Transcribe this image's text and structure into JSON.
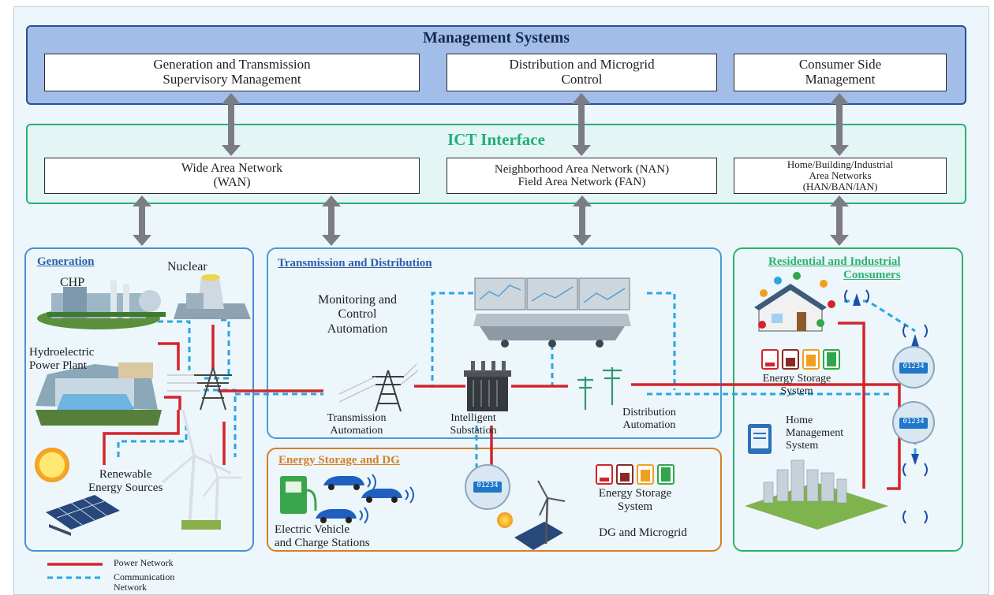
{
  "colors": {
    "power": "#d4242b",
    "comm": "#2aa6e0",
    "mgmt_fill": "#a3bde9",
    "mgmt_border": "#2a4d9c",
    "ict_border": "#2caf77",
    "ict_title": "#22b07a",
    "gen_border": "#4a8fd4",
    "td_border": "#4a9ad4",
    "es_border": "#d57f26",
    "res_border": "#2db070",
    "arrow": "#7c7c84"
  },
  "management": {
    "title": "Management Systems",
    "boxes": [
      {
        "line1": "Generation and Transmission",
        "line2": "Supervisory Management"
      },
      {
        "line1": "Distribution and Microgrid",
        "line2": "Control"
      },
      {
        "line1": "Consumer Side",
        "line2": "Management"
      }
    ]
  },
  "ict": {
    "title": "ICT Interface",
    "boxes": [
      {
        "line1": "Wide Area Network",
        "line2": "(WAN)",
        "line3": ""
      },
      {
        "line1": "Neighborhood Area Network (NAN)",
        "line2": "Field Area Network (FAN)",
        "line3": ""
      },
      {
        "line1": "Home/Building/Industrial",
        "line2": "Area Networks",
        "line3": "(HAN/BAN/IAN)"
      }
    ]
  },
  "generation": {
    "title": "Generation",
    "chp": "CHP",
    "nuclear": "Nuclear",
    "hydro_1": "Hydroelectric",
    "hydro_2": "Power Plant",
    "renew_1": "Renewable",
    "renew_2": "Energy Sources"
  },
  "transmission": {
    "title": "Transmission and Distribution",
    "monitor_1": "Monitoring and",
    "monitor_2": "Control",
    "monitor_3": "Automation",
    "ta_1": "Transmission",
    "ta_2": "Automation",
    "sub_1": "Intelligent",
    "sub_2": "Substation",
    "da_1": "Distribution",
    "da_2": "Automation"
  },
  "storage": {
    "title": "Energy Storage and DG",
    "ev_1": "Electric Vehicle",
    "ev_2": "and Charge Stations",
    "ess_1": "Energy Storage",
    "ess_2": "System",
    "dg": "DG and Microgrid",
    "meter": "01234"
  },
  "residential": {
    "title_1": "Residential and Industrial",
    "title_2": "Consumers",
    "ess_1": "Energy Storage",
    "ess_2": "System",
    "hms_1": "Home",
    "hms_2": "Management",
    "hms_3": "System",
    "meter": "01234"
  },
  "legend": {
    "power": "Power Network",
    "comm_1": "Communication",
    "comm_2": "Network"
  }
}
